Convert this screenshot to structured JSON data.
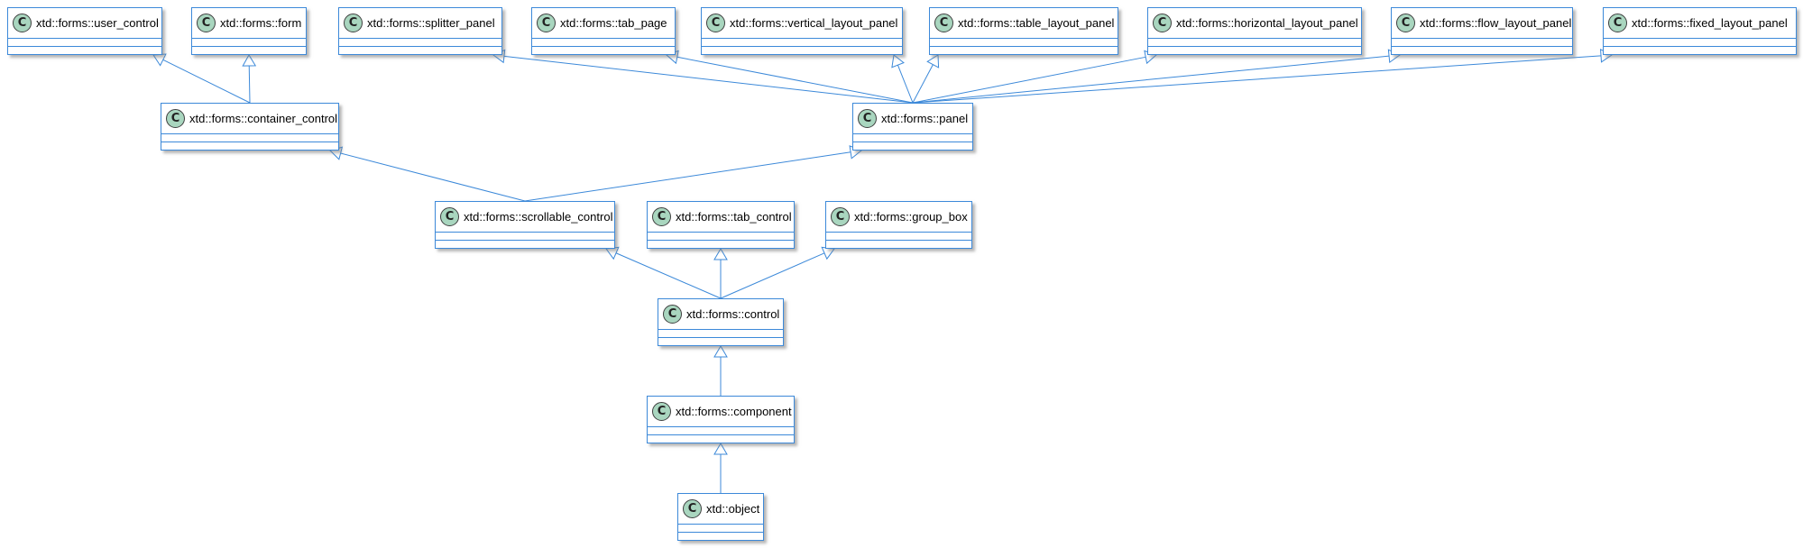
{
  "diagram": {
    "classes": [
      {
        "id": "user_control",
        "name": "xtd::forms::user_control",
        "stereotype": "C"
      },
      {
        "id": "form",
        "name": "xtd::forms::form",
        "stereotype": "C"
      },
      {
        "id": "splitter_panel",
        "name": "xtd::forms::splitter_panel",
        "stereotype": "C"
      },
      {
        "id": "tab_page",
        "name": "xtd::forms::tab_page",
        "stereotype": "C"
      },
      {
        "id": "vertical_layout_panel",
        "name": "xtd::forms::vertical_layout_panel",
        "stereotype": "C"
      },
      {
        "id": "table_layout_panel",
        "name": "xtd::forms::table_layout_panel",
        "stereotype": "C"
      },
      {
        "id": "horizontal_layout_panel",
        "name": "xtd::forms::horizontal_layout_panel",
        "stereotype": "C"
      },
      {
        "id": "flow_layout_panel",
        "name": "xtd::forms::flow_layout_panel",
        "stereotype": "C"
      },
      {
        "id": "fixed_layout_panel",
        "name": "xtd::forms::fixed_layout_panel",
        "stereotype": "C"
      },
      {
        "id": "container_control",
        "name": "xtd::forms::container_control",
        "stereotype": "C"
      },
      {
        "id": "panel",
        "name": "xtd::forms::panel",
        "stereotype": "C"
      },
      {
        "id": "scrollable_control",
        "name": "xtd::forms::scrollable_control",
        "stereotype": "C"
      },
      {
        "id": "tab_control",
        "name": "xtd::forms::tab_control",
        "stereotype": "C"
      },
      {
        "id": "group_box",
        "name": "xtd::forms::group_box",
        "stereotype": "C"
      },
      {
        "id": "control",
        "name": "xtd::forms::control",
        "stereotype": "C"
      },
      {
        "id": "component",
        "name": "xtd::forms::component",
        "stereotype": "C"
      },
      {
        "id": "object",
        "name": "xtd::object",
        "stereotype": "C"
      }
    ],
    "inheritance": [
      {
        "child": "container_control",
        "parent": "user_control"
      },
      {
        "child": "container_control",
        "parent": "form"
      },
      {
        "child": "panel",
        "parent": "splitter_panel"
      },
      {
        "child": "panel",
        "parent": "tab_page"
      },
      {
        "child": "panel",
        "parent": "vertical_layout_panel"
      },
      {
        "child": "panel",
        "parent": "table_layout_panel"
      },
      {
        "child": "panel",
        "parent": "horizontal_layout_panel"
      },
      {
        "child": "panel",
        "parent": "flow_layout_panel"
      },
      {
        "child": "panel",
        "parent": "fixed_layout_panel"
      },
      {
        "child": "scrollable_control",
        "parent": "container_control"
      },
      {
        "child": "scrollable_control",
        "parent": "panel"
      },
      {
        "child": "control",
        "parent": "scrollable_control"
      },
      {
        "child": "control",
        "parent": "tab_control"
      },
      {
        "child": "control",
        "parent": "group_box"
      },
      {
        "child": "component",
        "parent": "control"
      },
      {
        "child": "object",
        "parent": "component"
      }
    ],
    "colors": {
      "border": "#3c89d9",
      "edge": "#3c89d9",
      "badge_fill": "#a9d6bf",
      "background": "#ffffff"
    }
  }
}
